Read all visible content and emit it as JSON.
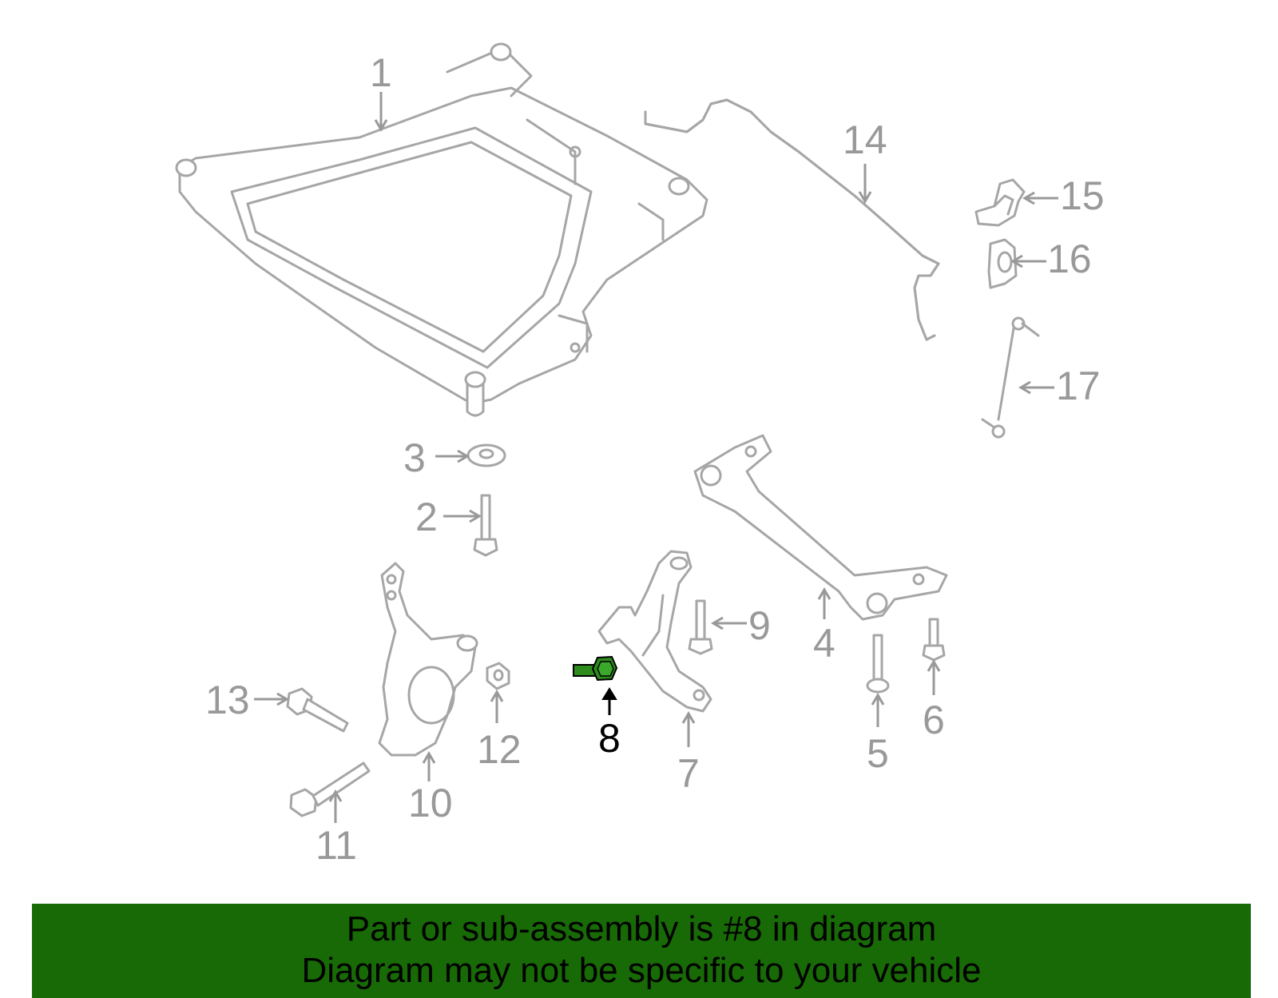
{
  "highlighted_part": "8",
  "callouts": [
    {
      "id": "1",
      "label": "1"
    },
    {
      "id": "2",
      "label": "2"
    },
    {
      "id": "3",
      "label": "3"
    },
    {
      "id": "4",
      "label": "4"
    },
    {
      "id": "5",
      "label": "5"
    },
    {
      "id": "6",
      "label": "6"
    },
    {
      "id": "7",
      "label": "7"
    },
    {
      "id": "8",
      "label": "8"
    },
    {
      "id": "9",
      "label": "9"
    },
    {
      "id": "10",
      "label": "10"
    },
    {
      "id": "11",
      "label": "11"
    },
    {
      "id": "12",
      "label": "12"
    },
    {
      "id": "13",
      "label": "13"
    },
    {
      "id": "14",
      "label": "14"
    },
    {
      "id": "15",
      "label": "15"
    },
    {
      "id": "16",
      "label": "16"
    },
    {
      "id": "17",
      "label": "17"
    }
  ],
  "banner": {
    "line1": "Part or sub-assembly is #8 in diagram",
    "line2": "Diagram may not be specific to your vehicle",
    "color": "#186a06"
  },
  "colors": {
    "part_line": "#a6a6a6",
    "label_inactive": "#999999",
    "label_active": "#000000",
    "highlight_part": "#2e8b1e"
  }
}
